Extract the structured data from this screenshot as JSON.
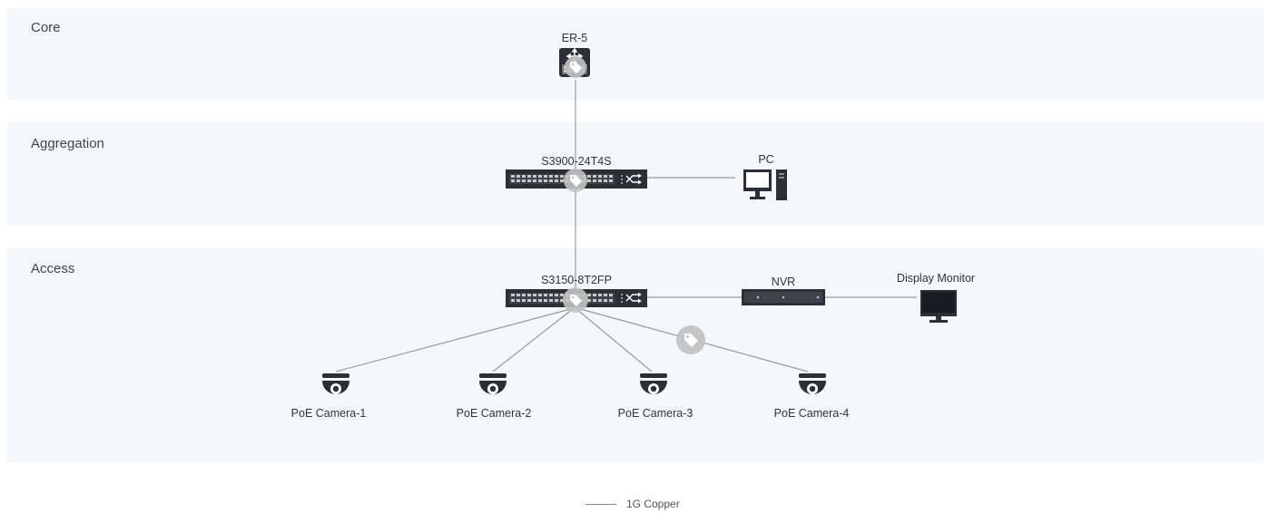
{
  "layers": {
    "core": "Core",
    "aggregation": "Aggregation",
    "access": "Access"
  },
  "devices": {
    "router": "ER-5",
    "agg_switch": "S3900-24T4S",
    "pc": "PC",
    "access_switch": "S3150-8T2FP",
    "nvr": "NVR",
    "monitor": "Display Monitor",
    "cameras": [
      "PoE Camera-1",
      "PoE Camera-2",
      "PoE Camera-3",
      "PoE Camera-4"
    ]
  },
  "legend": {
    "copper": "1G Copper"
  },
  "colors": {
    "band": "#f4f8fb",
    "device": "#2c2f36",
    "link": "#999999",
    "tag_badge": "#c3c3c3"
  }
}
